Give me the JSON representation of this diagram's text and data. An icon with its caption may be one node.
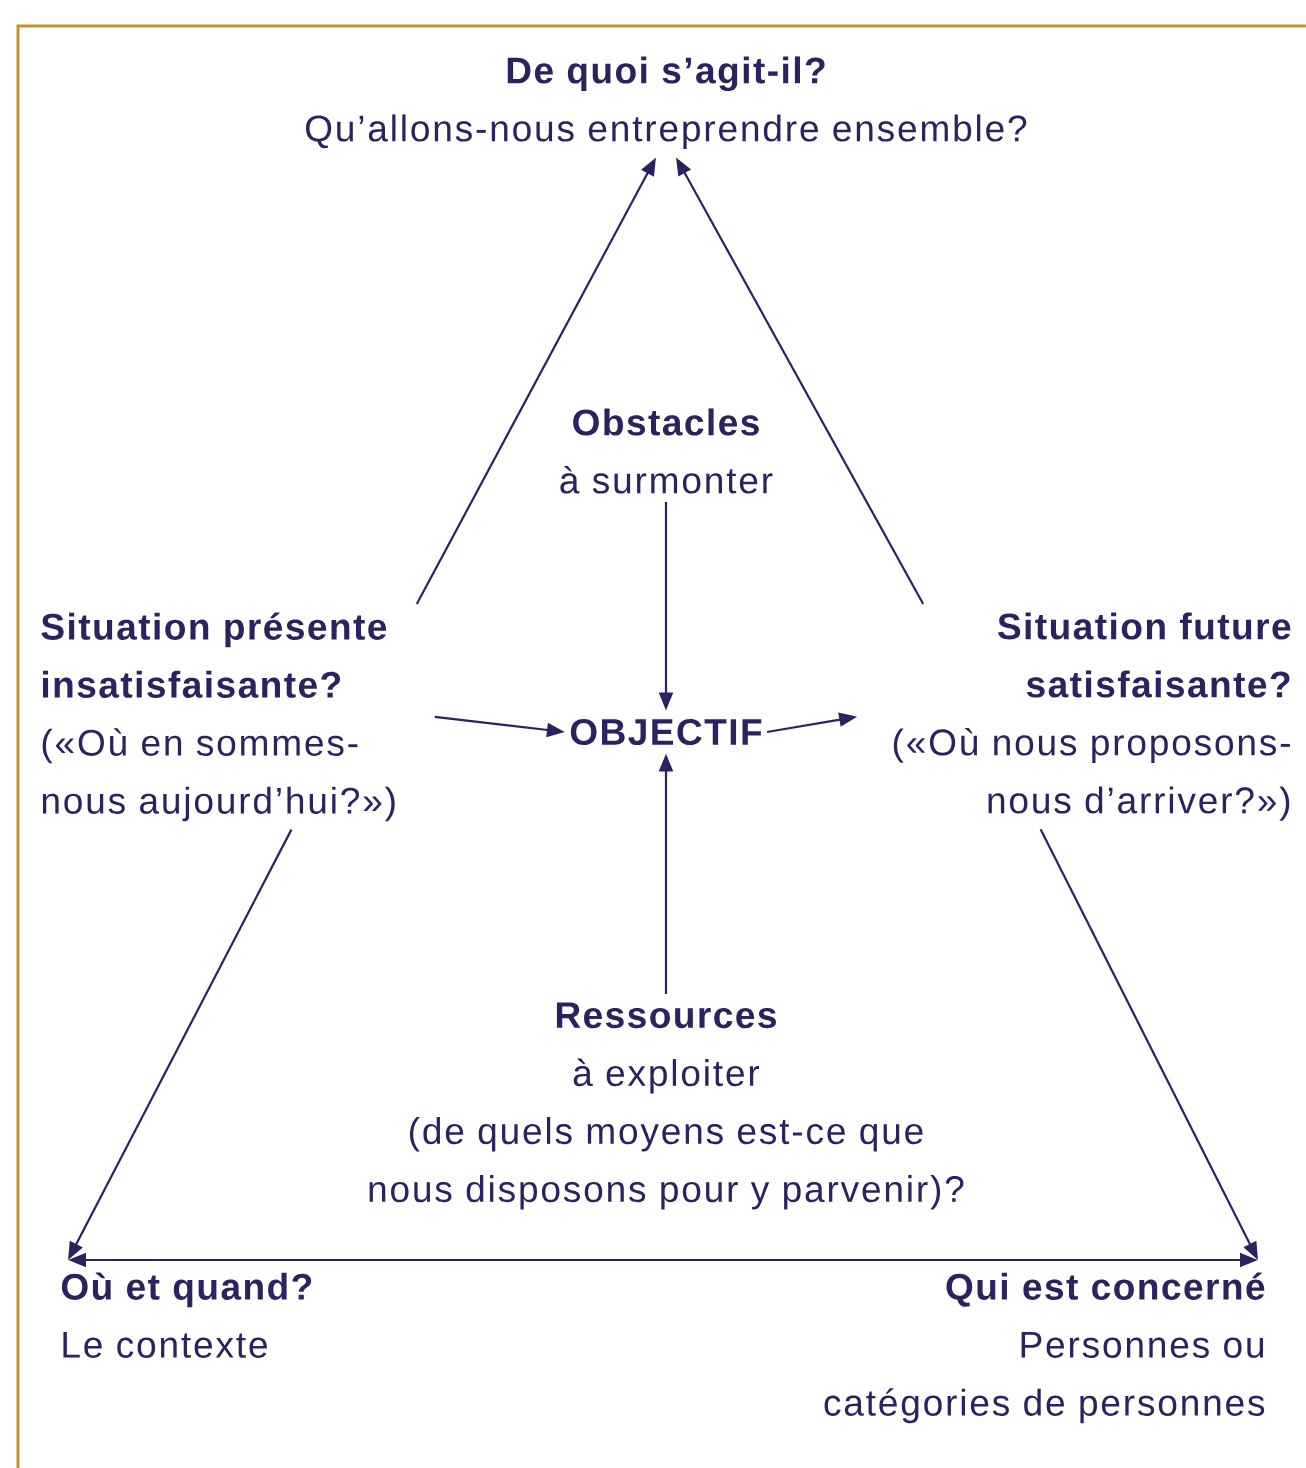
{
  "diagram": {
    "nodes": [
      {
        "text": [
          "De quoi s’agit-il?",
          "Qu’allons-nous entreprendre ensemble?"
        ]
      },
      {
        "text": [
          "Obstacles",
          "à surmonter"
        ]
      },
      {
        "text": [
          "Situation présente insatisfaisante?",
          "(«Où en sommes-nous aujourd’hui?»)"
        ]
      },
      {
        "text": [
          "OBJECTIF"
        ]
      },
      {
        "text": [
          "Situation future satisfaisante?",
          "(«Où nous proposons-nous d’arriver?»)"
        ]
      },
      {
        "text": [
          "Ressources",
          "à exploiter",
          "(de quels moyens est-ce que nous disposons pour y parvenir)?"
        ]
      },
      {
        "text": [
          "Où et quand?",
          "Le contexte"
        ]
      },
      {
        "text": [
          "Qui est concerné",
          "Personnes ou catégories de personnes"
        ]
      }
    ],
    "edges": [
      {
        "from": 2,
        "to": 0,
        "arrow": "to"
      },
      {
        "from": 4,
        "to": 0,
        "arrow": "to"
      },
      {
        "from": 1,
        "to": 3,
        "arrow": "to"
      },
      {
        "from": 2,
        "to": 3,
        "arrow": "to"
      },
      {
        "from": 3,
        "to": 4,
        "arrow": "to"
      },
      {
        "from": 5,
        "to": 3,
        "arrow": "to"
      },
      {
        "from": 2,
        "to": 6,
        "arrow": "to"
      },
      {
        "from": 4,
        "to": 7,
        "arrow": "to"
      },
      {
        "from": 6,
        "to": 7,
        "arrow": "both"
      }
    ]
  }
}
